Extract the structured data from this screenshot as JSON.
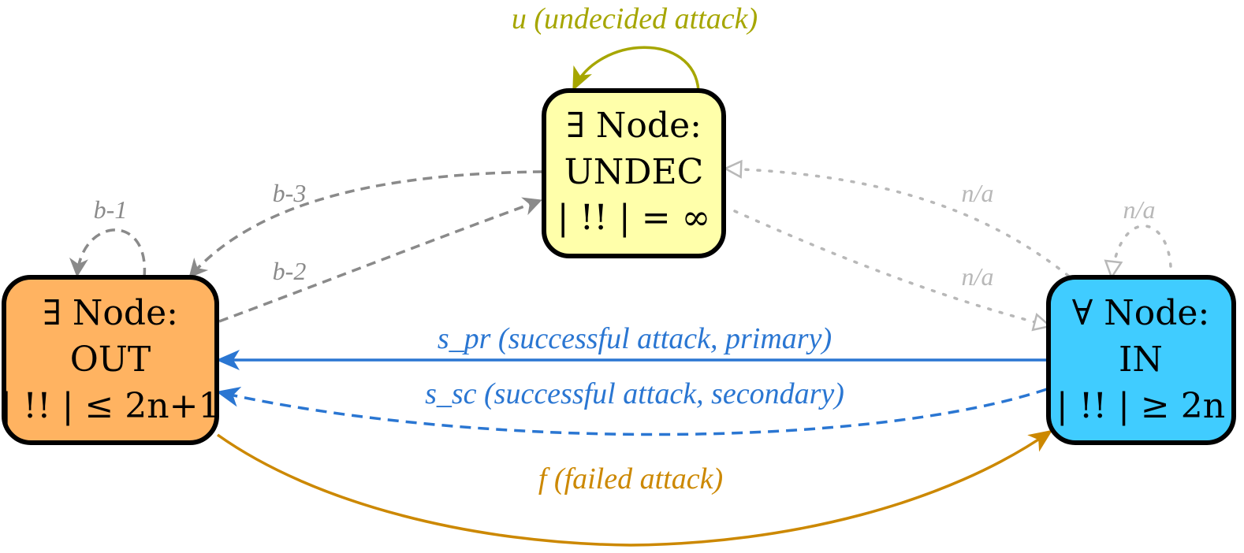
{
  "nodes": {
    "undec": {
      "line1": "∃ Node:",
      "line2": "UNDEC",
      "line3": "| !! | = ∞",
      "fill": "#ffffaa"
    },
    "out": {
      "line1": "∃ Node:",
      "line2": "OUT",
      "line3": "| !! | ≤ 2n+1",
      "fill": "#ffb361"
    },
    "in": {
      "line1": "∀ Node:",
      "line2": "IN",
      "line3": "| !! | ≥ 2n",
      "fill": "#40ccff"
    }
  },
  "edges": {
    "u": {
      "label": "u (undecided attack)",
      "color": "#a6a600"
    },
    "b1": {
      "label": "b-1",
      "color": "#8a8a8a"
    },
    "b2": {
      "label": "b-2",
      "color": "#8a8a8a"
    },
    "b3": {
      "label": "b-3",
      "color": "#8a8a8a"
    },
    "na1": {
      "label": "n/a",
      "color": "#b8b8b8"
    },
    "na2": {
      "label": "n/a",
      "color": "#b8b8b8"
    },
    "na3": {
      "label": "n/a",
      "color": "#b8b8b8"
    },
    "s_pr": {
      "label": "s_pr (successful attack, primary)",
      "color": "#2a76d2"
    },
    "s_sc": {
      "label": "s_sc (successful attack, secondary)",
      "color": "#2a76d2"
    },
    "f": {
      "label": "f (failed attack)",
      "color": "#cc8800"
    }
  }
}
